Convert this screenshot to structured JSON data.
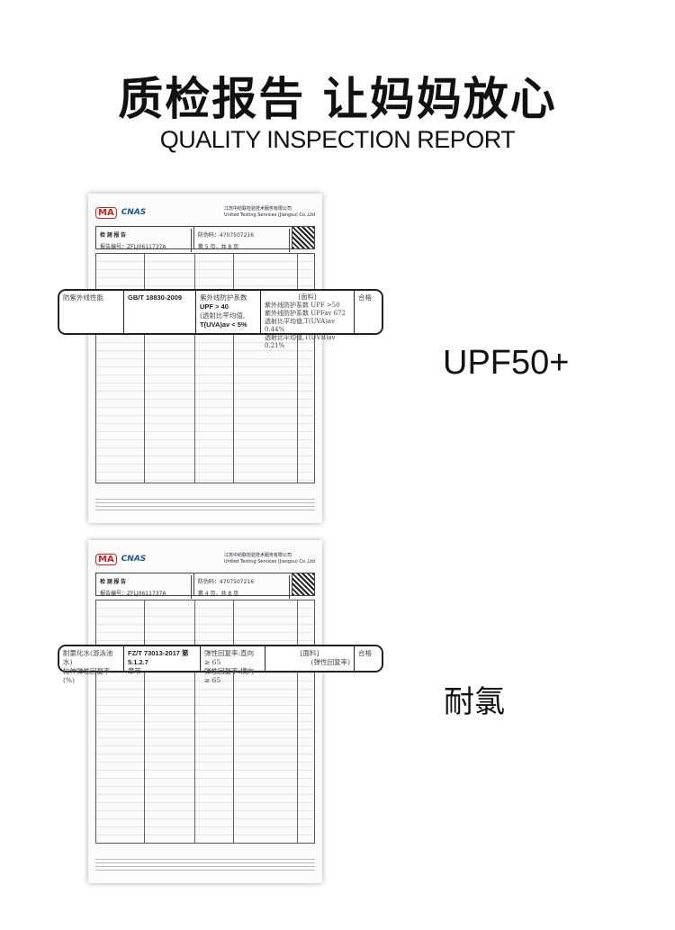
{
  "header": {
    "title": "质检报告 让妈妈放心",
    "subtitle": "QUALITY INSPECTION REPORT"
  },
  "report": {
    "logos": {
      "ma": "MA",
      "cnas": "CNAS"
    },
    "company_cn": "江苏中纺联检验技术服务有限公司",
    "company_en": "United Testing Services (Jiangsu) Co.,Ltd",
    "doc_title": "检 测 报 告",
    "report_no": "报告编号：ZFLJ0611737A",
    "verify_code": "防伪码：4707507216",
    "page1": "第 5 页，共 8 页",
    "page2": "第 4 页，共 8 页"
  },
  "callout_upf": {
    "item": "防紫外线性能",
    "method": "GB/T 18830-2009",
    "requirement": [
      "紫外线防护系数",
      "UPF > 40",
      "(透射比平均值,",
      "T(UVA)av < 5%"
    ],
    "result": [
      "[面料]",
      "紫外线防护系数 UPF  >50",
      "紫外线防护系数 UPFav 672",
      "透射比平均值,T(UVA)av 0.44%",
      "透射比平均值,T(UVB)av 0.21%"
    ],
    "verdict": "合格"
  },
  "callout_chlorine": {
    "item": [
      "耐氯化水(游泳池水)",
      "拉伸弹性回复率(%)"
    ],
    "method": [
      "FZ/T 73013-2017 第 5.1.2.7",
      "章节"
    ],
    "requirement": [
      "弹性回复率:直向 ≥ 65",
      "弹性回复率:横向 ≥ 65"
    ],
    "result": [
      "[面料]",
      "(弹性回复率)"
    ],
    "verdict": "合格"
  },
  "labels": {
    "upf": "UPF50+",
    "chlorine": "耐氯"
  }
}
